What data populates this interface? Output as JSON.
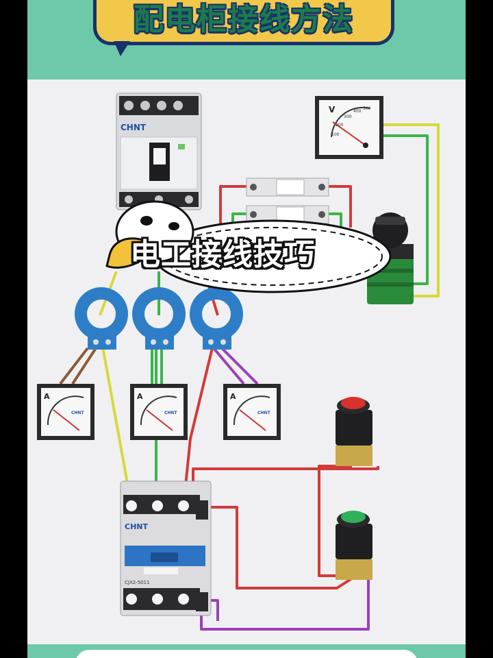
{
  "title": "配电柜接线方法",
  "caption": "电工接线技巧",
  "breaker": {
    "brand": "CHNT"
  },
  "voltmeter": {
    "unit": "V",
    "scale": [
      "100",
      "200",
      "300",
      "400",
      "500"
    ]
  },
  "ammeters": [
    {
      "unit": "A",
      "brand": "CHNT"
    },
    {
      "unit": "A",
      "brand": "CHNT"
    },
    {
      "unit": "A",
      "brand": "CHNT"
    }
  ],
  "contactor": {
    "brand": "CHNT",
    "model": "CJX2-5011"
  },
  "wire_colors": {
    "yellow": "#d8d83a",
    "green": "#3bb54a",
    "red": "#d23a3a",
    "purple": "#9b3fb8",
    "brown": "#8a5a3a"
  }
}
